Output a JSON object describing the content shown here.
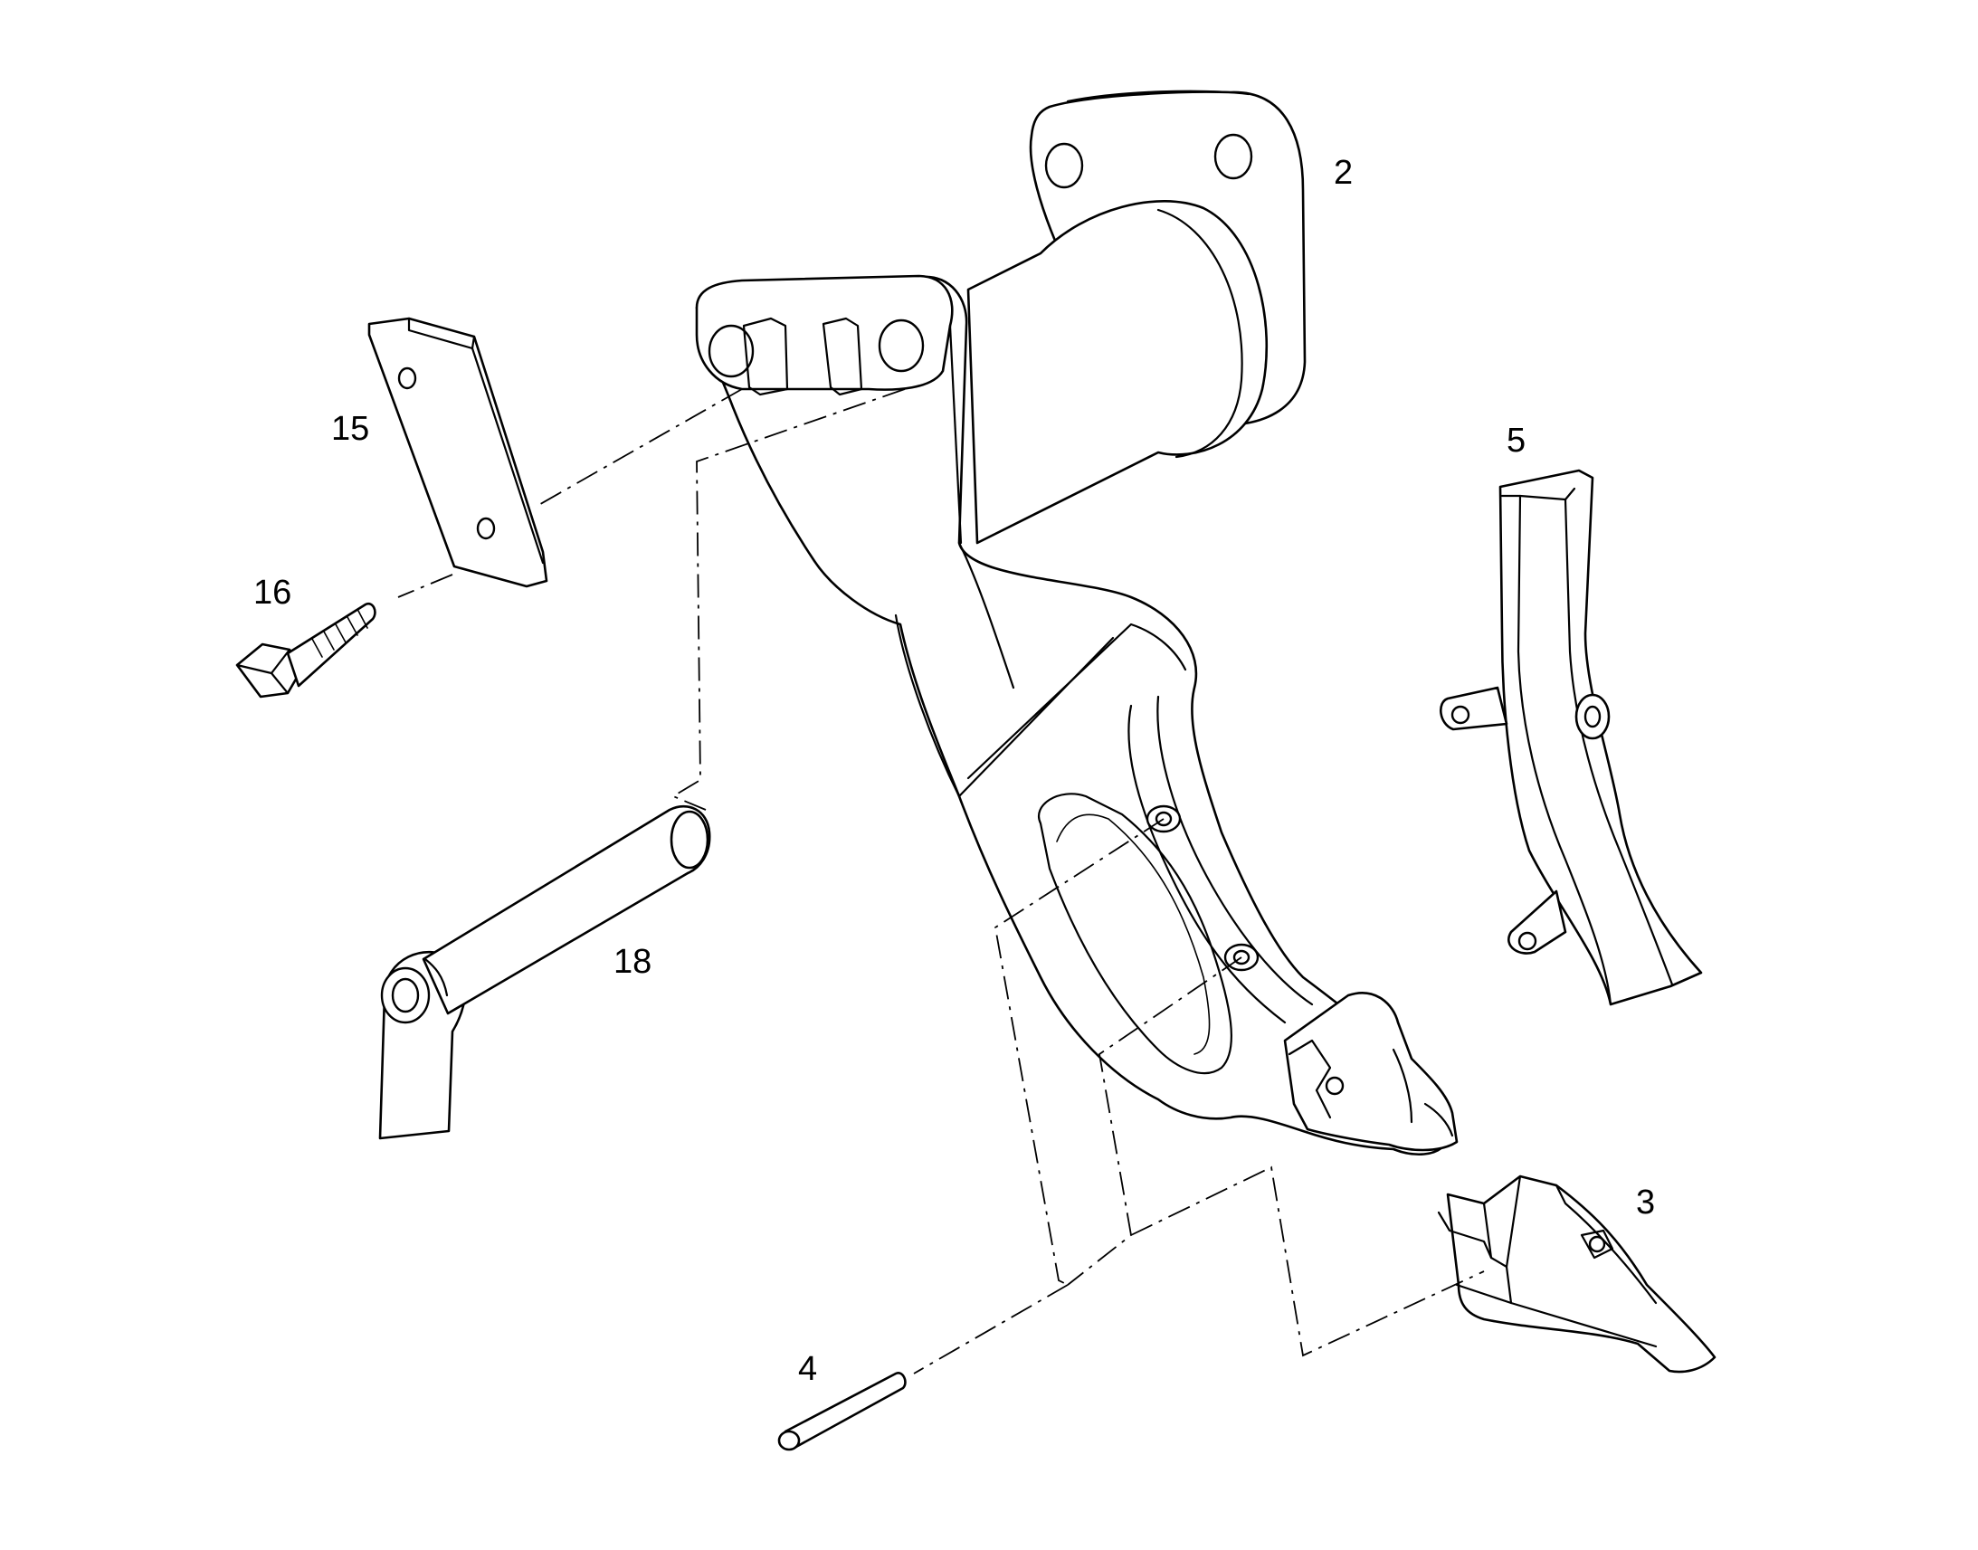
{
  "callouts": {
    "shank": "2",
    "tooth": "3",
    "pin": "4",
    "guard": "5",
    "plate": "15",
    "bolt": "16",
    "mount_pin": "18"
  }
}
